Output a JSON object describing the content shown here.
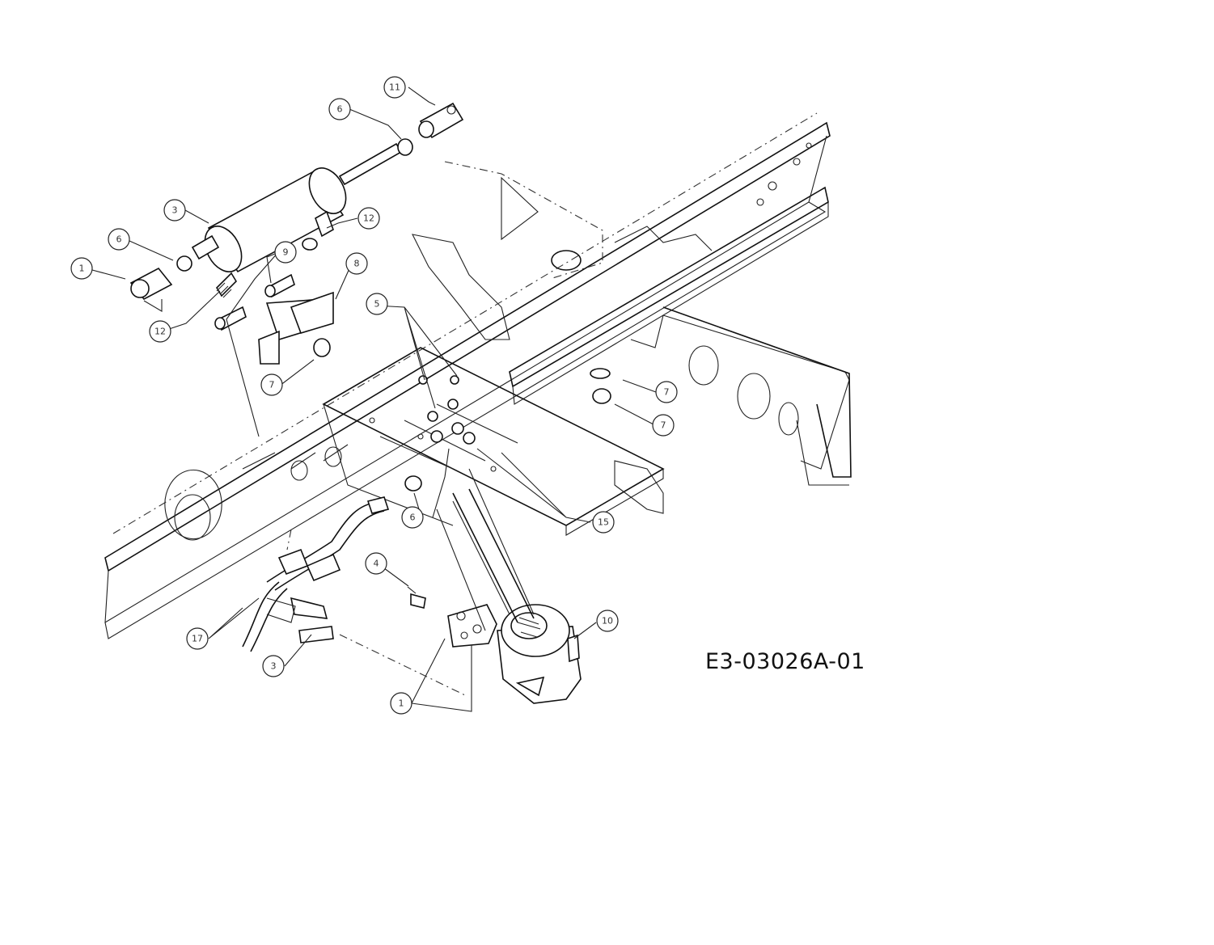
{
  "diagram_id": "E3-03026A-01",
  "callouts": [
    {
      "id": "c-top",
      "label": "11"
    },
    {
      "id": "c-a",
      "label": "6"
    },
    {
      "id": "c-b",
      "label": "3"
    },
    {
      "id": "c-c",
      "label": "6"
    },
    {
      "id": "c-d",
      "label": "1"
    },
    {
      "id": "c-e",
      "label": "12"
    },
    {
      "id": "c-f",
      "label": "12"
    },
    {
      "id": "c-g",
      "label": "9"
    },
    {
      "id": "c-h",
      "label": "8"
    },
    {
      "id": "c-i",
      "label": "5"
    },
    {
      "id": "c-j",
      "label": "7"
    },
    {
      "id": "c-k",
      "label": "7"
    },
    {
      "id": "c-l",
      "label": "7"
    },
    {
      "id": "c-m",
      "label": "6"
    },
    {
      "id": "c-n",
      "label": "15"
    },
    {
      "id": "c-o",
      "label": "4"
    },
    {
      "id": "c-p",
      "label": "10"
    },
    {
      "id": "c-q",
      "label": "17"
    },
    {
      "id": "c-r",
      "label": "3"
    },
    {
      "id": "c-s",
      "label": "1"
    }
  ]
}
